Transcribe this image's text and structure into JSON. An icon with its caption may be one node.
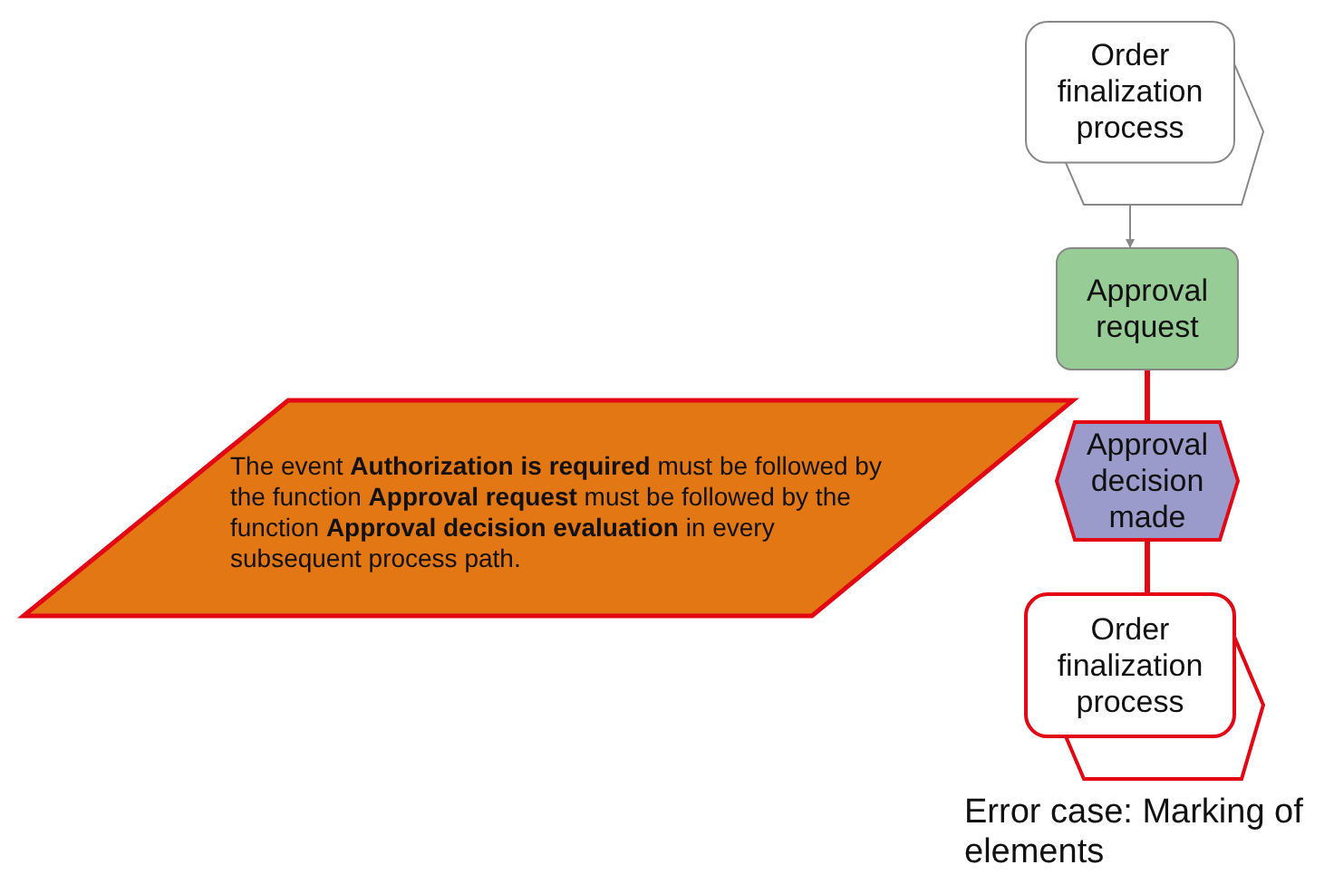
{
  "diagram": {
    "nodes": [
      {
        "text": [
          "Order finalization process"
        ]
      },
      {
        "text": [
          "Approval request"
        ]
      },
      {
        "text": [
          "Approval decision made"
        ]
      },
      {
        "text": [
          "Order finalization process"
        ]
      },
      {
        "text": [
          "The event **Authorization is required** must be followed by the function **Approval request** must be followed by the function **Approval decision evaluation** in every subsequent process path."
        ]
      }
    ],
    "edges": [
      {
        "from": 0,
        "to": 1,
        "arrow": "to",
        "color": "#888888"
      },
      {
        "from": 1,
        "to": 2,
        "arrow": "none"
      },
      {
        "from": 2,
        "to": 3,
        "arrow": "none"
      }
    ],
    "labels": [
      "Error case: Marking of elements"
    ]
  }
}
